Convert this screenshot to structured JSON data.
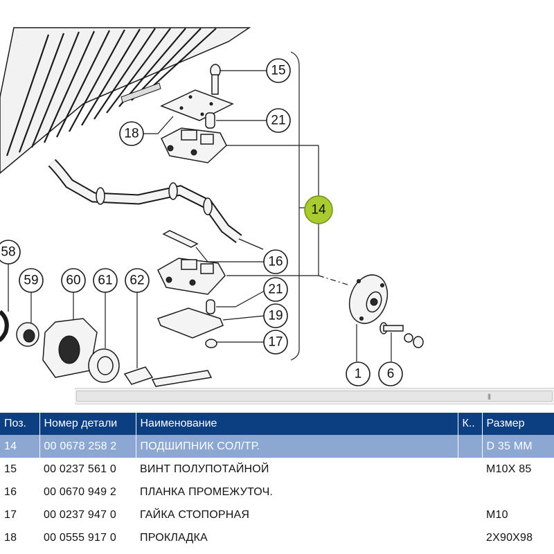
{
  "diagram": {
    "callouts": {
      "c15": "15",
      "c21a": "21",
      "c18": "18",
      "c14": "14",
      "c16": "16",
      "c21b": "21",
      "c19": "19",
      "c17": "17",
      "c58": "58",
      "c59": "59",
      "c60": "60",
      "c61": "61",
      "c62": "62",
      "c1": "1",
      "c6": "6"
    },
    "highlight_color": "#a8cc2f"
  },
  "table": {
    "headers": {
      "pos": "Поз.",
      "part_number": "Номер детали",
      "name": "Наименование",
      "qty": "К..",
      "size": "Размер"
    },
    "rows": [
      {
        "pos": "14",
        "part_number": "00 0678 258 2",
        "name": "ПОДШИПНИК СОЛ/ТР.",
        "qty": "",
        "size": "D 35 MM"
      },
      {
        "pos": "15",
        "part_number": "00 0237 561 0",
        "name": "ВИНТ ПОЛУПОТАЙНОЙ",
        "qty": "",
        "size": "M10X 85"
      },
      {
        "pos": "16",
        "part_number": "00 0670 949 2",
        "name": "ПЛАНКА ПРОМЕЖУТОЧ.",
        "qty": "",
        "size": ""
      },
      {
        "pos": "17",
        "part_number": "00 0237 947 0",
        "name": "ГАЙКА СТОПОРНАЯ",
        "qty": "",
        "size": "M10"
      },
      {
        "pos": "18",
        "part_number": "00 0555 917 0",
        "name": "ПРОКЛАДКА",
        "qty": "",
        "size": "2X90X98"
      }
    ],
    "selected_row": "14",
    "header_color": "#0b3f82",
    "selected_color": "#8ba7d2"
  }
}
